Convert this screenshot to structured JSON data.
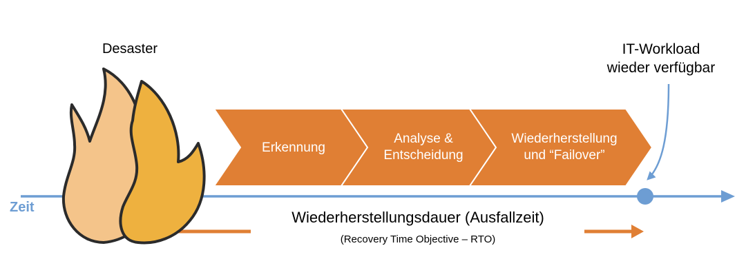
{
  "disaster": {
    "label": "Desaster",
    "icon": "flame-icon"
  },
  "workload": {
    "line1": "IT-Workload",
    "line2": "wieder verfügbar"
  },
  "timeline": {
    "axis_label": "Zeit"
  },
  "steps": [
    {
      "lines": [
        "Erkennung"
      ]
    },
    {
      "lines": [
        "Analyse &",
        "Entscheidung"
      ]
    },
    {
      "lines": [
        "Wiederherstellung",
        "und “Failover”"
      ]
    }
  ],
  "rto": {
    "title": "Wiederherstellungsdauer (Ausfallzeit)",
    "subtitle": "(Recovery Time Objective – RTO)"
  },
  "colors": {
    "timeline": "#6d9dd3",
    "chevron": "#e07f34",
    "flame_back": "#f4c48a",
    "flame_front": "#eeb13f",
    "flame_outline": "#2b2b2b",
    "rto_arrow": "#e07f34"
  }
}
